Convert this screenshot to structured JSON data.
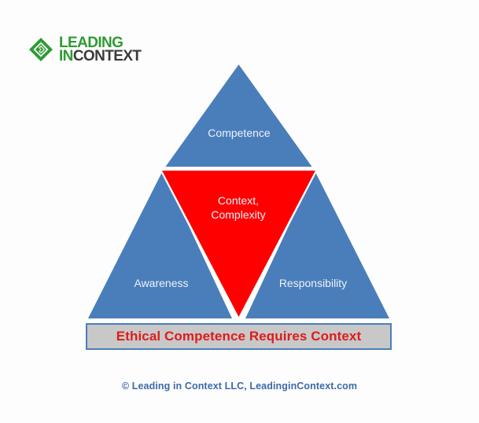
{
  "background_color": "#fdfdfd",
  "logo": {
    "mark_name": "leading-in-context-diamond-chevron",
    "mark_color": "#2e9b33",
    "line1": "LEADING",
    "line2_part1": "IN",
    "line2_part2": "CONTEXT"
  },
  "diagram": {
    "type": "pyramid",
    "outer_triangle_color": "#4a7ebb",
    "inverted_triangle_color": "#ff0000",
    "segments": [
      {
        "id": "competence",
        "label": "Competence",
        "color": "#4a7ebb",
        "position": "top"
      },
      {
        "id": "awareness",
        "label": "Awareness",
        "color": "#4a7ebb",
        "position": "bottom-left"
      },
      {
        "id": "responsibility",
        "label": "Responsibility",
        "color": "#4a7ebb",
        "position": "bottom-right"
      },
      {
        "id": "context-complexity",
        "label": "Context,\nComplexity",
        "label_line1": "Context,",
        "label_line2": "Complexity",
        "color": "#ff0000",
        "position": "center-inverted"
      }
    ]
  },
  "banner": {
    "text": "Ethical Competence Requires Context",
    "text_color": "#e01b1b",
    "fill_color": "#c8c8c8",
    "border_color": "#4a7ebb"
  },
  "footer": {
    "text": "© Leading in Context LLC, LeadinginContext.com",
    "color": "#3d6aa8"
  }
}
